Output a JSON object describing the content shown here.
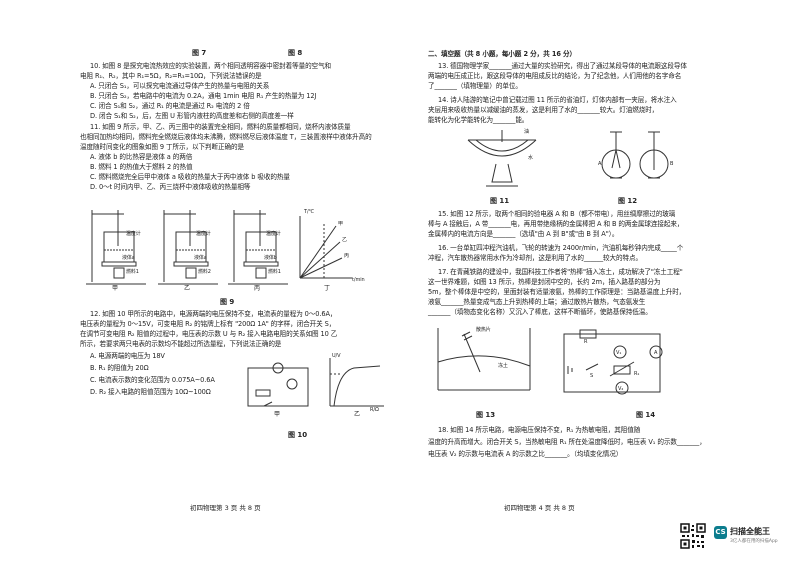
{
  "left": {
    "top_fig_labels": [
      "图 7",
      "图 8"
    ],
    "q10": [
      "10. 如图 8 是探究电流热效应的实验装置，两个相同透明容器中密封着等量的空气和",
      "电阻 R₁、R₂，其中 R₁=5Ω，R₂=R₃=10Ω，下列说法错误的是",
      "A. 只闭合 S₁，可以探究电流通过导体产生的热量与电阻的关系",
      "B. 只闭合 S₂，若电路中的电流为 0.2A，通电 1min 电阻 R₁ 产生的热量为 12J",
      "C. 闭合 S₁和 S₂，通过 R₁ 的电流是通过 R₂ 电流的 2 倍",
      "D. 闭合 S₁和 S₂，后，左图 U 形管内液柱的高度差和右侧的高度差一样"
    ],
    "q11": [
      "11. 如图 9 所示，甲、乙、丙三图中的装置完全相同，燃料的质量都相同，烧杯内液体质量",
      "也相同加热均相同，燃料完全燃烧后液体均未沸腾，燃料燃尽后液体温度 T，三装置液样中液体升高的",
      "温度随时间变化的图象如图 9 丁所示，以下判断正确的是",
      "A. 液体 b 的比热容是液体 a 的两倍",
      "B. 燃料 1 的热值大于燃料 2 的热值",
      "C. 燃料燃烧完全后甲中液体 a 吸收的热量大于丙中液体 b 吸收的热量",
      "D. 0～t 时间内甲、乙、丙三烧杯中液体吸收的热量相等"
    ],
    "fig9": {
      "labels": [
        "温度计",
        "液体a",
        "燃料1",
        "温度计",
        "液体a",
        "燃料2",
        "温度计",
        "液体b",
        "燃料1",
        "T/℃",
        "t/min"
      ],
      "sub_labels": [
        "甲",
        "乙",
        "丙",
        "丁"
      ],
      "graph_lines": [
        "甲",
        "乙",
        "丙"
      ],
      "caption": "图 9"
    },
    "q12": [
      "12. 如图 10 甲所示的电路中，电源两端的电压保持不变，电流表的量程为 0～0.6A，",
      "电压表的量程为 0～15V，可变电阻 R₂ 的铭牌上标有 \"200Ω 1A\" 的字样，闭合开关 S，",
      "在调节可变电阻 R₂ 阻值的过程中，电压表的示数 U 与 R₂ 接入电路电阻的关系如图 10 乙",
      "所示，若要求两只电表的示数均不能超过所选量程，下列说法正确的是",
      "A. 电源两端的电压为 18V",
      "B. R₁ 的阻值为 20Ω",
      "C. 电流表示数的变化范围为 0.075A~0.6A",
      "D. R₂ 接入电路的阻值范围为 10Ω~100Ω"
    ],
    "fig10": {
      "ylabel": "U/V",
      "xlabel": "R/Ω",
      "sub_labels": [
        "甲",
        "乙"
      ],
      "caption": "图 10"
    },
    "footer": "初四物理第 3 页 共 8 页"
  },
  "right": {
    "section_title": "二、填空题（共 8 小题，每小题 2 分，共 16 分）",
    "q13": [
      "13. 德国物理学家_______通过大量的实验研究，得出了通过某段导体的电流跟这段导体",
      "两端的电压成正比，跟这段导体的电阻成反比的结论，为了纪念他，人们用他的名字命名",
      "了_______（填物理量）的单位。"
    ],
    "q14": [
      "14. 诗人陆游的笔记中曾记载过图 11 所示的省油灯，灯体内部有一夹层，将水注入",
      "夹层用来吸收热量以减缓油的蒸发，这是利用了水的_______较大。灯油燃烧时，",
      "能转化为化学能转化为_______能。"
    ],
    "fig11": {
      "labels": [
        "油",
        "水"
      ],
      "caption": "图 11"
    },
    "fig12": {
      "labels": [
        "A",
        "B"
      ],
      "caption": "图 12"
    },
    "q15": [
      "15. 如图 12 所示，取两个相同的验电器 A 和 B（都不带电），用丝绸摩擦过的玻璃",
      "棒与 A 接触后，A 带_______电，再用带绝缘柄的金属棒把 A 和 B 的两金属球连接起来，",
      "金属棒内的电流方向是_______（选填\"由 A 到 B\"或\"由 B 到 A\"）。"
    ],
    "q16": [
      "16. 一台单缸四冲程汽油机，飞轮的转速为 2400r/min，汽油机每秒钟内完成_____个",
      "冲程，汽车散热器常用水作为冷却剂，这是利用了水的______较大的特点。"
    ],
    "q17": [
      "17. 在青藏铁路的建设中，我国科技工作者将\"热棒\"插入冻土，成功解决了\"冻土工程\"",
      "这一世界难题，如图 13 所示，热棒是封闭中空的，长约 2m，插入路基的部分为",
      "5m，整个棒体是中空的，里面封装有适量液氨，热棒的工作原理是：当路基温度上升时，",
      "液氨_______热量变成气态上升到热棒的上端；通过散热片散热，气态氨发生",
      "_______（填物态变化名称）又沉入了棒底，这样不断循环，使路基保持低温。"
    ],
    "fig13": {
      "labels": [
        "散热片",
        "冻土"
      ],
      "caption": "图 13"
    },
    "fig14": {
      "labels": [
        "R",
        "V₁",
        "A",
        "S",
        "R₁",
        "V₂"
      ],
      "caption": "图 14"
    },
    "q18": [
      "18. 如图 14 所示电路，电源电压保持不变，R₁ 为热敏电阻，其阻值随",
      "温度的升高而增大。闭合开关 S，当热敏电阻 R₁ 所在处温度降低时，电压表 V₁ 的示数_______，",
      "电压表 V₂ 的示数与电流表 A 的示数之比_______。（均填变化情况）"
    ],
    "footer": "初四物理第 4 页 共 8 页"
  },
  "watermark": {
    "badge": "CS",
    "title": "扫描全能王",
    "subtitle": "3亿人都在用的扫描App"
  }
}
